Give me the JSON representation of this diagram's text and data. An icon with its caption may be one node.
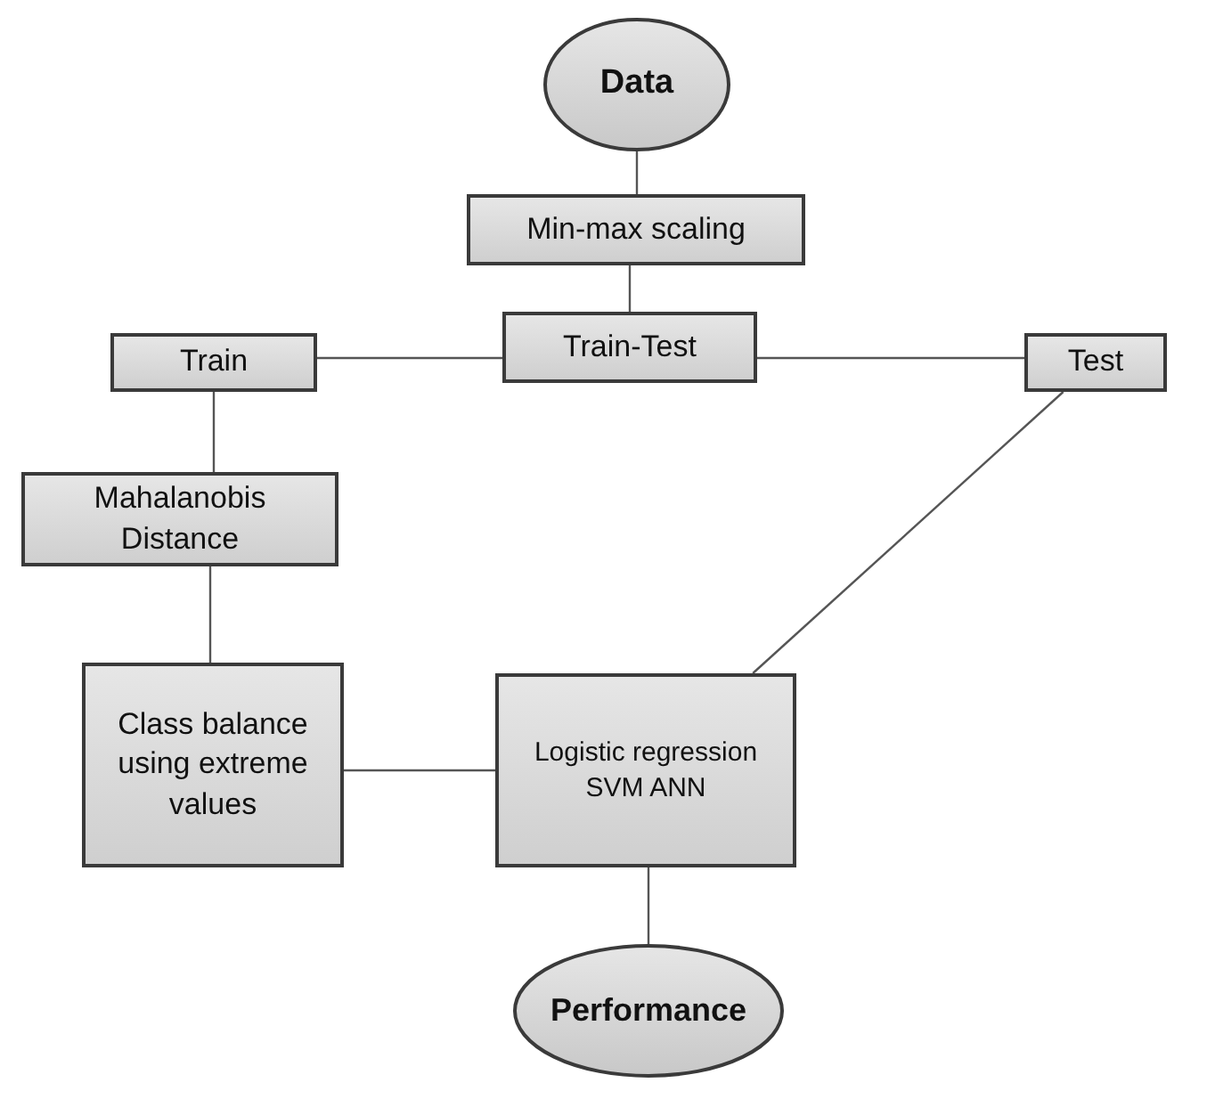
{
  "diagram": {
    "nodes": [
      {
        "text": [
          "Data"
        ]
      },
      {
        "text": [
          "Min-max scaling"
        ]
      },
      {
        "text": [
          "Train-Test"
        ]
      },
      {
        "text": [
          "Train"
        ]
      },
      {
        "text": [
          "Test"
        ]
      },
      {
        "text": [
          "Mahalanobis Distance"
        ]
      },
      {
        "text": [
          "Class balance using extreme values"
        ]
      },
      {
        "text": [
          "Logistic regression SVM ANN"
        ]
      },
      {
        "text": [
          "Performance"
        ]
      }
    ],
    "edges": [
      {
        "from": 0,
        "to": 1,
        "arrow": "none"
      },
      {
        "from": 1,
        "to": 2,
        "arrow": "none"
      },
      {
        "from": 2,
        "to": 3,
        "arrow": "none"
      },
      {
        "from": 2,
        "to": 4,
        "arrow": "none"
      },
      {
        "from": 3,
        "to": 5,
        "arrow": "none"
      },
      {
        "from": 5,
        "to": 6,
        "arrow": "none"
      },
      {
        "from": 6,
        "to": 7,
        "arrow": "none"
      },
      {
        "from": 4,
        "to": 7,
        "arrow": "none"
      },
      {
        "from": 7,
        "to": 8,
        "arrow": "none"
      }
    ]
  }
}
